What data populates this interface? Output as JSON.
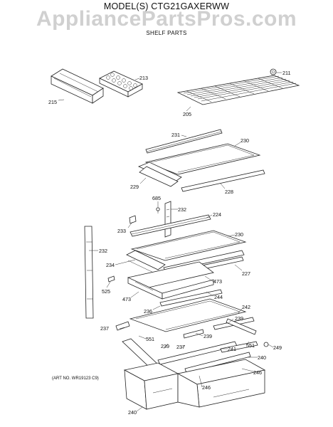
{
  "header": {
    "model": "MODEL(S) CTG21GAXERWW",
    "watermark": "AppliancePartsPros.com",
    "section": "SHELF PARTS"
  },
  "art_number": "(ART NO. WR19123 C9)",
  "callouts": {
    "c211": "211",
    "c213": "213",
    "c215": "215",
    "c205": "205",
    "c231": "231",
    "c230a": "230",
    "c229": "229",
    "c228": "228",
    "c685": "685",
    "c232a": "232",
    "c224": "224",
    "c233": "233",
    "c230b": "230",
    "c232b": "232",
    "c234": "234",
    "c227": "227",
    "c473a": "473",
    "c525": "525",
    "c473b": "473",
    "c244": "244",
    "c236": "236",
    "c242": "242",
    "c237a": "237",
    "c551a": "551",
    "c239a": "239",
    "c239b": "239",
    "c249": "249",
    "c239c": "239",
    "c237b": "237",
    "c241": "241",
    "c551b": "551",
    "c240a": "240",
    "c246a": "246",
    "c246b": "246",
    "c240b": "240"
  }
}
